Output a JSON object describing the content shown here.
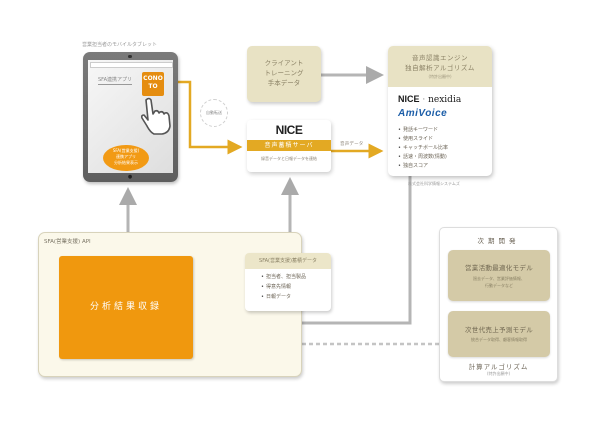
{
  "tablet": {
    "label": "営業担当者のモバイルタブレット",
    "app_label": "SFA連携アプリ",
    "conoto_icon": [
      "CONO",
      "TO"
    ],
    "bubble_lines": [
      "SFA(営業支援)",
      "連携アプリ",
      "分析結果表示"
    ],
    "icons": [
      "tablet-icon",
      "hand-pointer-icon",
      "conoto-app-icon"
    ]
  },
  "auto_transfer": "自動転送",
  "client_training": {
    "lines": [
      "クライアント",
      "トレーニング",
      "手本データ"
    ]
  },
  "nice_server": {
    "logo": "NICE",
    "title": "音声蓄積サーバ",
    "description": "録音データと日報データを連結",
    "arrow_label": "音声データ"
  },
  "engine": {
    "title_lines": [
      "音声認識エンジン",
      "独自解析アルゴリズム"
    ],
    "note": "(特許出願中)",
    "logo_nice": "NICE",
    "logo_nexidia": "nexidia",
    "logo_amivoice": "AmiVoice",
    "features": [
      "発話キーワード",
      "使用スライド",
      "キャッチボール比率",
      "話速・周波数(情動)",
      "独自スコア"
    ],
    "credit": "株式会社科学情報システムズ"
  },
  "sfa_panel": {
    "title": "SFA(営業支援) API",
    "analysis": "分析結果収録",
    "stored_title": "SFA(営業支援)蓄積データ",
    "stored_items": [
      "担当者、担当製品",
      "得意先情報",
      "日報データ"
    ]
  },
  "next_dev": {
    "title": "次期開発",
    "model1_name": "営業活動最適化モデル",
    "model1_sub": [
      "過去データ、営業評価情報、",
      "行動データなど"
    ],
    "model2_name": "次世代売上予測モデル",
    "model2_sub": "統合データ取得、顧客情報取得",
    "calc_title": "計算アルゴリズム",
    "calc_note": "(特許出願中)"
  },
  "colors": {
    "orange": "#f0980e",
    "gold": "#e3a923",
    "tan": "#e8e2c4",
    "model_tan": "#d4caa7",
    "amivoice_blue": "#1c5ea8",
    "arrow_gray": "#b5b5b5"
  }
}
